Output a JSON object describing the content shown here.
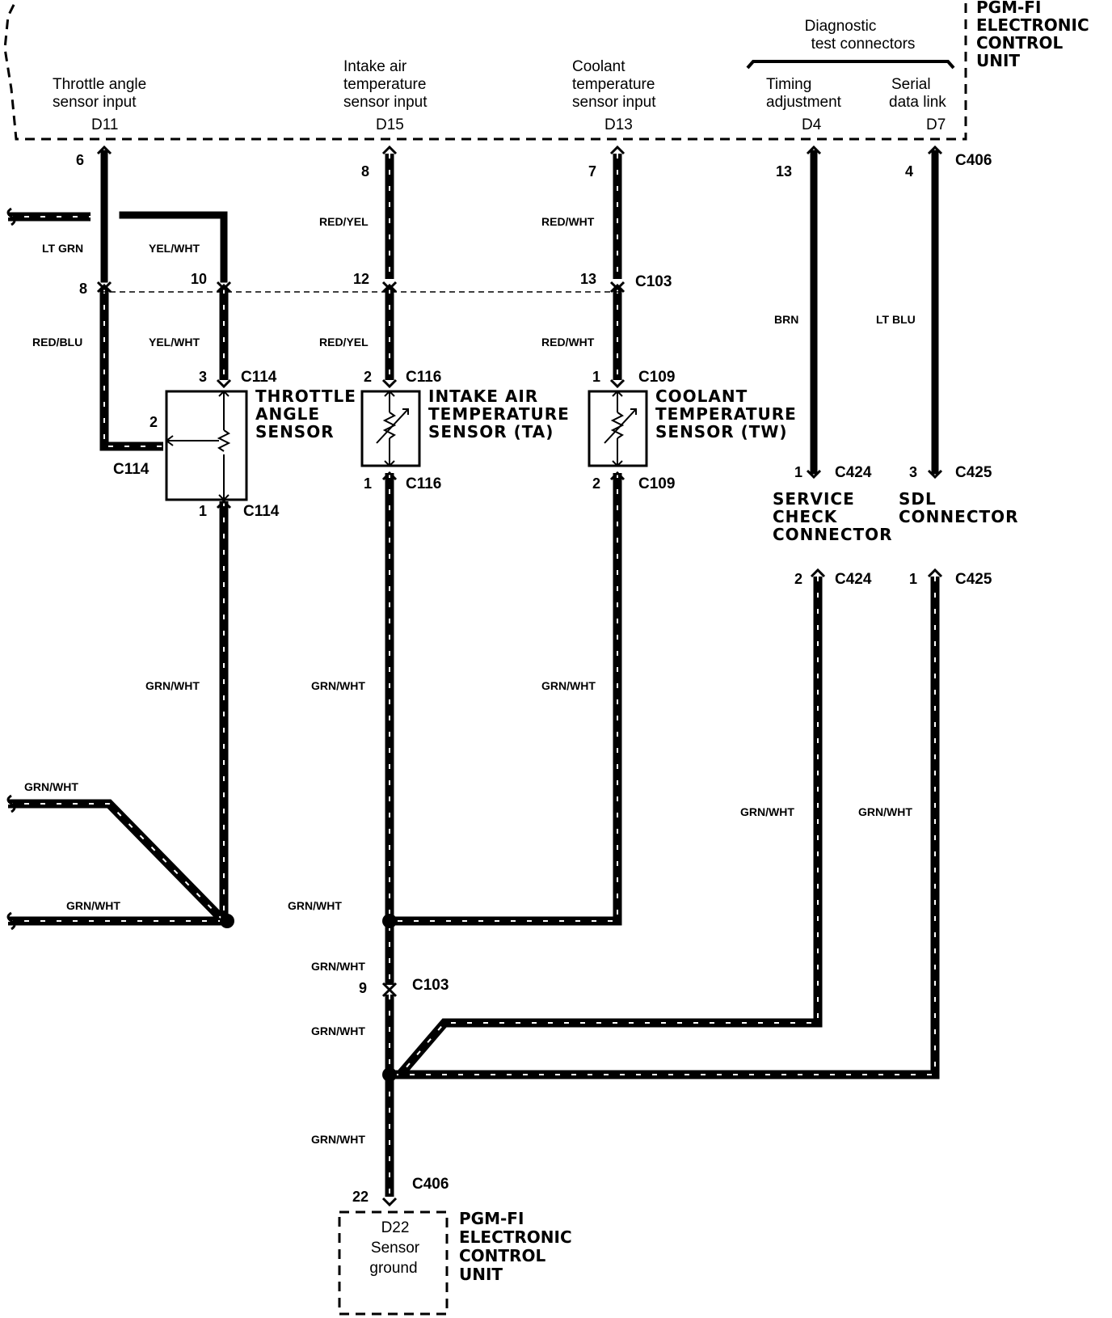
{
  "ecu_top": {
    "title": [
      "PGM-FI",
      "ELECTRONIC",
      "CONTROL",
      "UNIT"
    ],
    "diag_group_label": [
      "Diagnostic",
      "test connectors"
    ],
    "inputs": [
      {
        "label": [
          "Throttle angle",
          "sensor input"
        ],
        "terminal": "D11"
      },
      {
        "label": [
          "Intake air",
          "temperature",
          "sensor input"
        ],
        "terminal": "D15"
      },
      {
        "label": [
          "Coolant",
          "temperature",
          "sensor input"
        ],
        "terminal": "D13"
      },
      {
        "label": [
          "Timing",
          "adjustment"
        ],
        "terminal": "D4"
      },
      {
        "label": [
          "Serial",
          "data link"
        ],
        "terminal": "D7"
      }
    ],
    "connector": "C406"
  },
  "ecu_bottom": {
    "title": [
      "PGM-FI",
      "ELECTRONIC",
      "CONTROL",
      "UNIT"
    ],
    "label": [
      "D22",
      "Sensor",
      "ground"
    ],
    "connector": "C406",
    "pin": "22"
  },
  "pins": {
    "ecu_6": "6",
    "ecu_8": "8",
    "ecu_7": "7",
    "ecu_13": "13",
    "ecu_4": "4",
    "c103_8": "8",
    "c103_10": "10",
    "c103_12": "12",
    "c103_13": "13",
    "c114_3": "3",
    "c114_2": "2",
    "c114_1": "1",
    "c116_2": "2",
    "c116_1": "1",
    "c109_1": "1",
    "c109_2": "2",
    "c424_1": "1",
    "c424_2": "2",
    "c425_3": "3",
    "c425_1": "1",
    "c103_9": "9"
  },
  "connectors": {
    "c103": "C103",
    "c114": "C114",
    "c116": "C116",
    "c109": "C109",
    "c424": "C424",
    "c425": "C425"
  },
  "wires": {
    "lt_grn": "LT GRN",
    "yel_wht": "YEL/WHT",
    "red_yel": "RED/YEL",
    "red_wht": "RED/WHT",
    "red_blu": "RED/BLU",
    "brn": "BRN",
    "lt_blu": "LT BLU",
    "grn_wht": "GRN/WHT"
  },
  "components": {
    "throttle": [
      "THROTTLE",
      "ANGLE",
      "SENSOR"
    ],
    "intake": [
      "INTAKE AIR",
      "TEMPERATURE",
      "SENSOR (TA)"
    ],
    "coolant": [
      "COOLANT",
      "TEMPERATURE",
      "SENSOR (TW)"
    ],
    "service": [
      "SERVICE",
      "CHECK",
      "CONNECTOR"
    ],
    "sdl": [
      "SDL",
      "CONNECTOR"
    ]
  }
}
